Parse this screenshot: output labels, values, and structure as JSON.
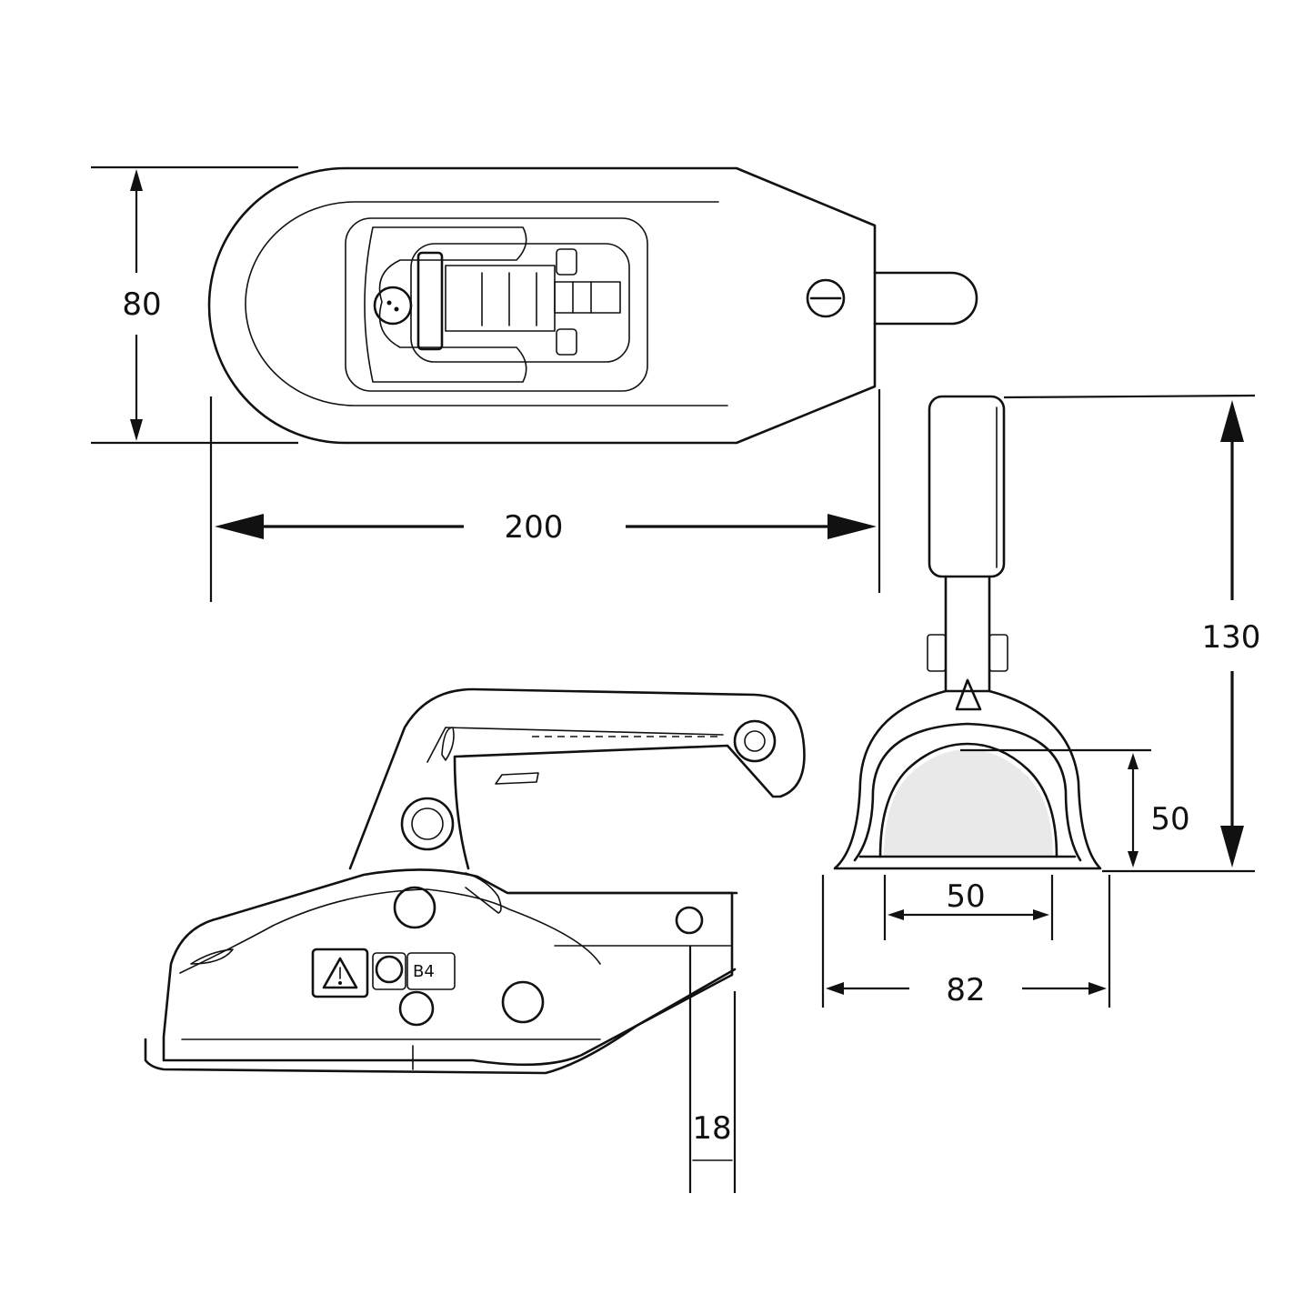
{
  "dimensions": {
    "width": "80",
    "length": "200",
    "height": "130",
    "socket_height": "50",
    "socket_width": "50",
    "base_width": "82",
    "flange": "18"
  },
  "label": {
    "class_mark": "B4"
  },
  "icons": {
    "warning": "warning-triangle-icon"
  },
  "colors": {
    "line": "#111111",
    "background": "#ffffff"
  }
}
